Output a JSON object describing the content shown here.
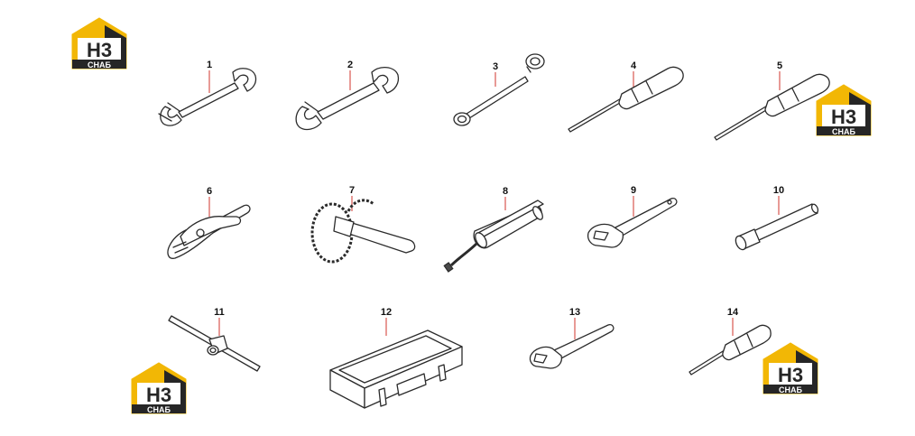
{
  "brand": {
    "letters": "H3",
    "name": "CHAБ",
    "colors": {
      "yellow": "#f2b705",
      "dark": "#262626",
      "text": "#ffffff"
    }
  },
  "callouts": [
    {
      "id": "1",
      "label": "1"
    },
    {
      "id": "2",
      "label": "2"
    },
    {
      "id": "3",
      "label": "3"
    },
    {
      "id": "4",
      "label": "4"
    },
    {
      "id": "5",
      "label": "5"
    },
    {
      "id": "6",
      "label": "6"
    },
    {
      "id": "7",
      "label": "7"
    },
    {
      "id": "8",
      "label": "8"
    },
    {
      "id": "9",
      "label": "9"
    },
    {
      "id": "10",
      "label": "10"
    },
    {
      "id": "11",
      "label": "11"
    },
    {
      "id": "12",
      "label": "12"
    },
    {
      "id": "13",
      "label": "13"
    },
    {
      "id": "14",
      "label": "14"
    }
  ],
  "icons": {
    "part1": "open-end-wrench-small-icon",
    "part2": "open-end-wrench-large-icon",
    "part3": "offset-box-wrench-icon",
    "part4": "screwdriver-icon",
    "part5": "screwdriver-icon",
    "part6": "pliers-icon",
    "part7": "chain-wrench-icon",
    "part8": "grease-gun-icon",
    "part9": "adjustable-wrench-icon",
    "part10": "socket-extension-icon",
    "part11": "t-handle-wrench-icon",
    "part12": "tool-case-icon",
    "part13": "adjustable-wrench-icon",
    "part14": "screwdriver-icon"
  }
}
